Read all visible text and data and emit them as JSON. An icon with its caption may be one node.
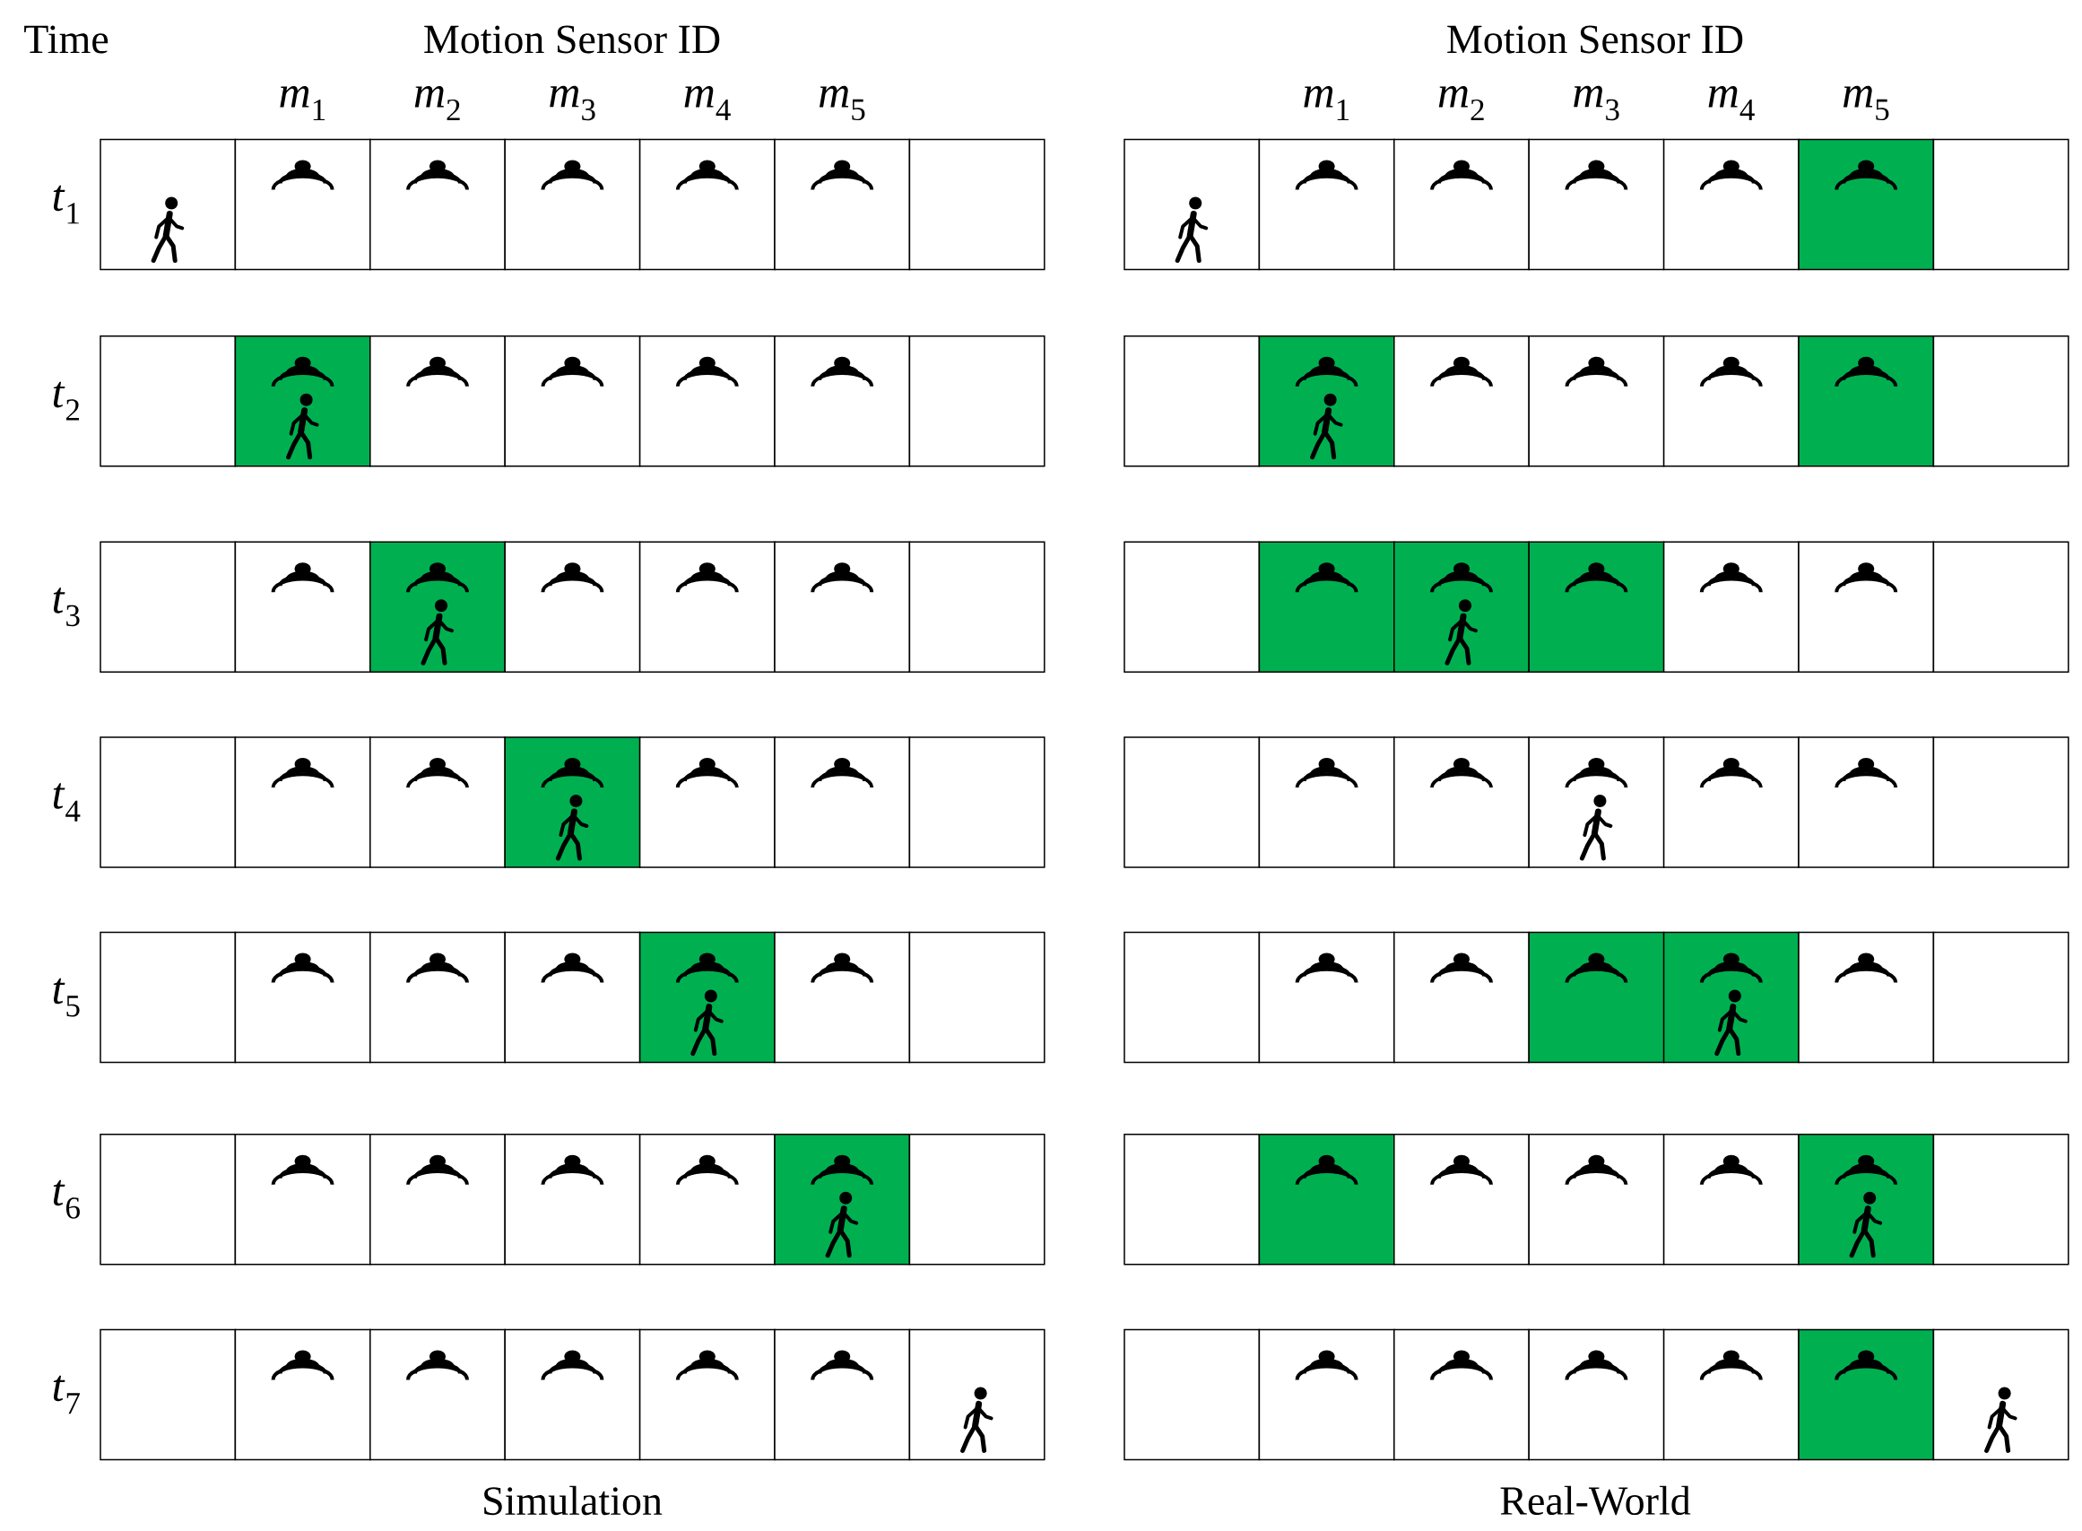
{
  "diagram": {
    "labels": [
      "Time",
      "Motion Sensor ID",
      "Motion Sensor ID",
      "*m*$_{1}$",
      "*m*$_{2}$",
      "*m*$_{3}$",
      "*m*$_{4}$",
      "*m*$_{5}$",
      "*m*$_{1}$",
      "*m*$_{2}$",
      "*m*$_{3}$",
      "*m*$_{4}$",
      "*m*$_{5}$",
      "*t*$_{1}$",
      "*t*$_{2}$",
      "*t*$_{3}$",
      "*t*$_{4}$",
      "*t*$_{5}$",
      "*t*$_{6}$",
      "*t*$_{7}$",
      "Simulation",
      "Real-World"
    ]
  }
}
